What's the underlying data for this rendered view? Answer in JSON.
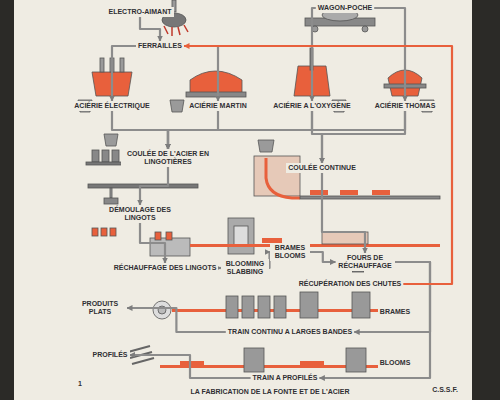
{
  "diagram": {
    "caption": "LA FABRICATION DE LA FONTE ET DE L'ACIER",
    "nodes": [
      {
        "text": [
          "ELECTRO-AIMANT"
        ]
      },
      {
        "text": [
          "FERRAILLES"
        ]
      },
      {
        "text": [
          "WAGON-POCHE"
        ]
      },
      {
        "text": [
          "ACIÉRIE ÉLECTRIQUE"
        ]
      },
      {
        "text": [
          "ACIÉRIE MARTIN"
        ]
      },
      {
        "text": [
          "ACIÉRIE A L'OXYGÈNE"
        ]
      },
      {
        "text": [
          "ACIÉRIE THOMAS"
        ]
      },
      {
        "text": [
          "COULÉE DE L'ACIER EN LINGOTIÈRES"
        ]
      },
      {
        "text": [
          "COULÉE CONTINUE"
        ]
      },
      {
        "text": [
          "DÉMOULAGE DES LINGOTS"
        ]
      },
      {
        "text": [
          "RÉCHAUFFAGE DES LINGOTS"
        ]
      },
      {
        "text": [
          "BLOOMING SLABBING"
        ]
      },
      {
        "text": [
          "BRAMES BLOOMS"
        ]
      },
      {
        "text": [
          "FOURS DE RÉCHAUFFAGE"
        ]
      },
      {
        "text": [
          "RÉCUPÉRATION DES CHUTES"
        ]
      },
      {
        "text": [
          "PRODUITS PLATS"
        ]
      },
      {
        "text": [
          "TRAIN CONTINU A LARGES BANDES"
        ]
      },
      {
        "text": [
          "PROFILÉS"
        ]
      },
      {
        "text": [
          "TRAIN A PROFILÉS"
        ]
      }
    ],
    "edges": [
      {
        "from": 0,
        "to": 1,
        "arrow": "to"
      },
      {
        "from": 1,
        "to": 3,
        "arrow": "to"
      },
      {
        "from": 1,
        "to": 4,
        "arrow": "to"
      },
      {
        "from": 2,
        "to": 5,
        "arrow": "to"
      },
      {
        "from": 2,
        "to": 6,
        "arrow": "to"
      },
      {
        "from": 3,
        "to": 7,
        "arrow": "to"
      },
      {
        "from": 4,
        "to": 7,
        "arrow": "to"
      },
      {
        "from": 5,
        "to": 7,
        "arrow": "to"
      },
      {
        "from": 6,
        "to": 7,
        "arrow": "to"
      },
      {
        "from": 5,
        "to": 8,
        "arrow": "to"
      },
      {
        "from": 6,
        "to": 8,
        "arrow": "to"
      },
      {
        "from": 7,
        "to": 9,
        "arrow": "to"
      },
      {
        "from": 9,
        "to": 10,
        "arrow": "to"
      },
      {
        "from": 10,
        "to": 11,
        "arrow": "to"
      },
      {
        "from": 11,
        "to": 12,
        "arrow": "to"
      },
      {
        "from": 12,
        "to": 13,
        "arrow": "to"
      },
      {
        "from": 8,
        "to": 13,
        "arrow": "to"
      },
      {
        "from": 13,
        "to": 16,
        "arrow": "to"
      },
      {
        "from": 13,
        "to": 18,
        "arrow": "to"
      },
      {
        "from": 14,
        "to": 1,
        "arrow": "to"
      },
      {
        "from": 16,
        "to": 15,
        "arrow": "to"
      },
      {
        "from": 18,
        "to": 17,
        "arrow": "to"
      }
    ],
    "labels": [
      "BRAMES",
      "BLOOMS",
      "1",
      "C.S.S.F."
    ]
  }
}
